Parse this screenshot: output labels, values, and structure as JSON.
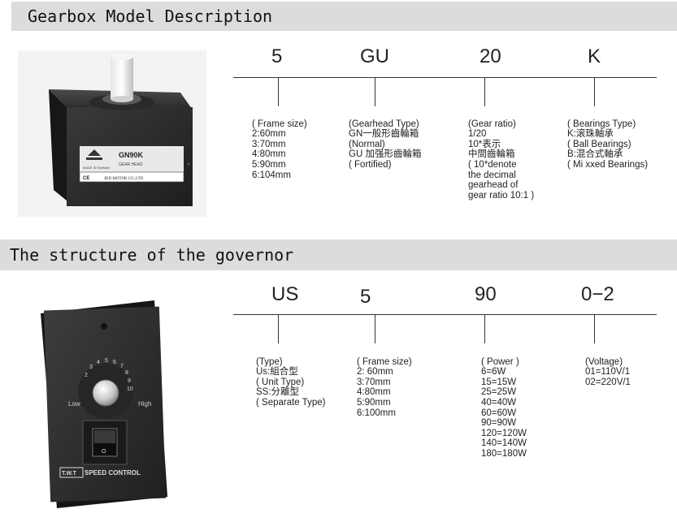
{
  "gearbox": {
    "title": "Gearbox Model Description",
    "codes": [
      "5",
      "GU",
      "20",
      "K"
    ],
    "columns": [
      {
        "lines": [
          "( Frame size)",
          "2:60mm",
          "3:70mm",
          "4:80mm",
          "5:90mm",
          "6:104mm"
        ]
      },
      {
        "lines": [
          "(Gearhead Type)",
          "GN一般形齒輪箱",
          "(Normal)",
          "GU 加强形齒輪箱",
          "( Fortified)"
        ]
      },
      {
        "lines": [
          "(Gear ratio)",
          "1/20",
          "10*表示",
          "中間齒輪箱",
          "( 10*denote",
          "the decimal",
          "gearhead of",
          "gear ratio 10:1 )"
        ]
      },
      {
        "lines": [
          "( Bearings Type)",
          "K:滚珠軸承",
          "( Ball Bearings)",
          "B:混合式軸承",
          "( Mi xxed Bearings)"
        ]
      }
    ],
    "photo": {
      "brand_label": "GN90K",
      "sub_label": "GEAR HEAD",
      "footer_label": "JKD MOTOR CO.,LTD",
      "made_in": "MADE IN TAIWAN",
      "icon": "ce-mark-icon"
    }
  },
  "governor": {
    "title": "The structure of the governor",
    "codes": [
      "US",
      "5",
      "90",
      "0−2"
    ],
    "columns": [
      {
        "lines": [
          "(Type)",
          "Us:組合型",
          "( Unit Type)",
          "SS:分離型",
          "( Separate Type)"
        ]
      },
      {
        "lines": [
          "( Frame size)",
          "2: 60mm",
          "3:70mm",
          "4:80mm",
          "5:90mm",
          "6:100mm"
        ]
      },
      {
        "lines": [
          "( Power )",
          "6=6W",
          "15=15W",
          "25=25W",
          "40=40W",
          "60=60W",
          "90=90W",
          "120=120W",
          "140=140W",
          "180=180W"
        ]
      },
      {
        "lines": [
          "(Voltage)",
          "01=110V/1",
          "02=220V/1"
        ]
      }
    ],
    "photo": {
      "low_label": "Low",
      "high_label": "High",
      "brand_label": "T.W.T",
      "control_label": "SPEED CONTROL",
      "switch_off": "O",
      "dial_ticks": [
        "2",
        "3",
        "4",
        "5",
        "6",
        "7",
        "8",
        "9",
        "10"
      ]
    }
  }
}
